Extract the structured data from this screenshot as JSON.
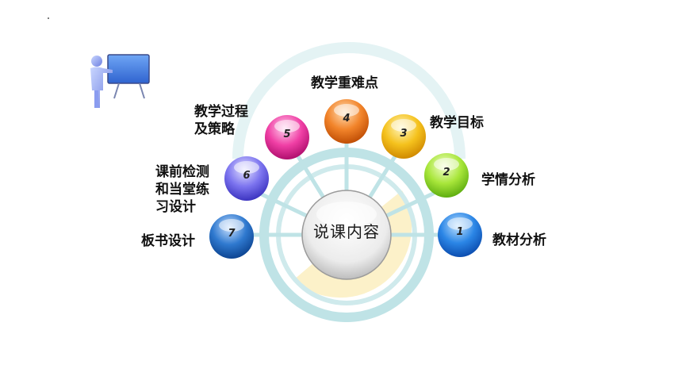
{
  "center": {
    "label": "说课内容"
  },
  "items": [
    {
      "num": "1",
      "label": "教材分析",
      "color": "#2b86e6"
    },
    {
      "num": "2",
      "label": "学情分析",
      "color": "#a8e63a"
    },
    {
      "num": "3",
      "label": "教学目标",
      "color": "#f5c21d"
    },
    {
      "num": "4",
      "label": "教学重难点",
      "color": "#f2842a"
    },
    {
      "num": "5",
      "label_lines": [
        "教学过程",
        "及策略"
      ],
      "color": "#f03fa5"
    },
    {
      "num": "6",
      "label_lines": [
        "课前检测",
        "和当堂练",
        "习设计"
      ],
      "color": "#7c74ef"
    },
    {
      "num": "7",
      "label": "板书设计",
      "color": "#2f79cf"
    }
  ],
  "colors": {
    "ring": "#bfe3e6",
    "ring_dark": "#a9d8dc",
    "accent_fill": "#fbeec0"
  },
  "icons": {
    "presenter": "teacher-presentation-icon"
  }
}
